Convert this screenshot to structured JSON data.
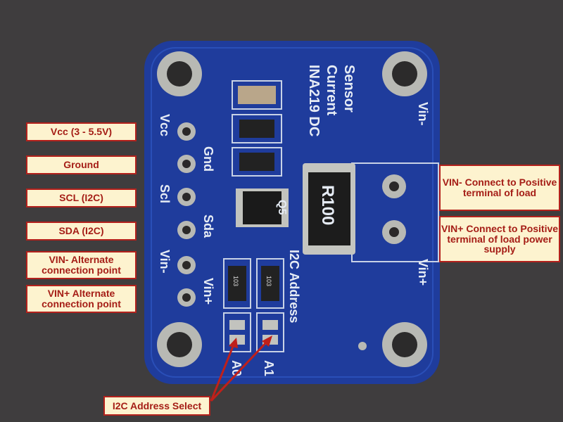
{
  "labels": {
    "vcc": "Vcc (3 - 5.5V)",
    "ground": "Ground",
    "scl": "SCL (I2C)",
    "sda": "SDA (I2C)",
    "vin_minus_alt": "VIN- Alternate connection point",
    "vin_plus_alt": "VIN+ Alternate connection point",
    "vin_minus": "VIN- Connect to Positive terminal of load",
    "vin_plus": "VIN+ Connect to Positive terminal of load power supply",
    "address_select": "I2C Address Select"
  },
  "board": {
    "title_line1": "INA219 DC",
    "title_line2": "Current",
    "title_line3": "Sensor",
    "pin_vcc": "Vcc",
    "pin_gnd": "Gnd",
    "pin_scl": "Scl",
    "pin_sda": "Sda",
    "pin_vin_minus": "Vin-",
    "pin_vin_plus": "Vin+",
    "term_vin_minus": "Vin-",
    "term_vin_plus": "Vin+",
    "shunt": "R100",
    "chip_ref": "Q5",
    "address_label": "I2C Address",
    "a0": "A0",
    "a1": "A1",
    "res_code": "103"
  },
  "colors": {
    "board": "#1f3c9c",
    "label_border": "#b3211c",
    "label_fill": "#fdf3cf",
    "label_text": "#a51d16"
  }
}
